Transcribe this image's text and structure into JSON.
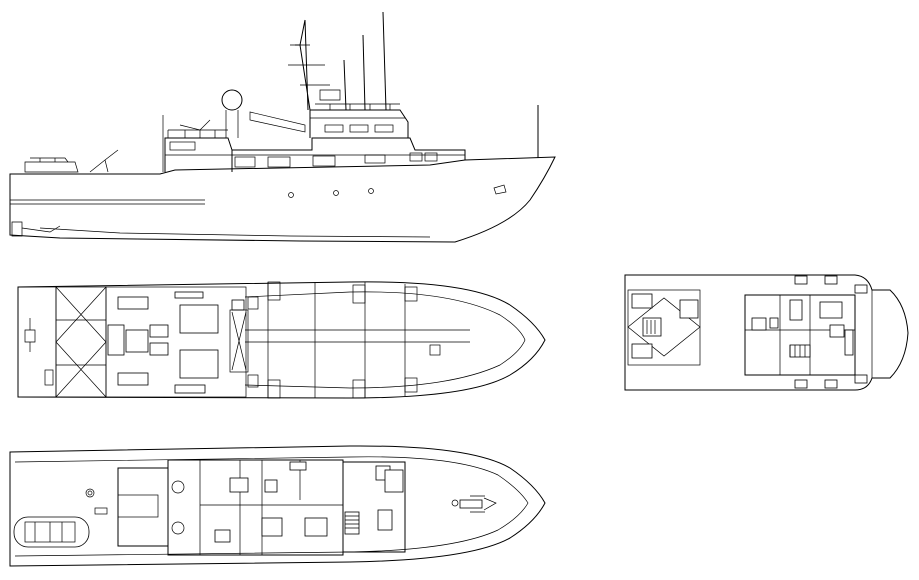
{
  "drawing": {
    "line_color": "#000000",
    "background": "#ffffff",
    "views": [
      "side-elevation",
      "main-deck-plan",
      "lower-deck-plan",
      "bridge-deck-plan"
    ]
  }
}
